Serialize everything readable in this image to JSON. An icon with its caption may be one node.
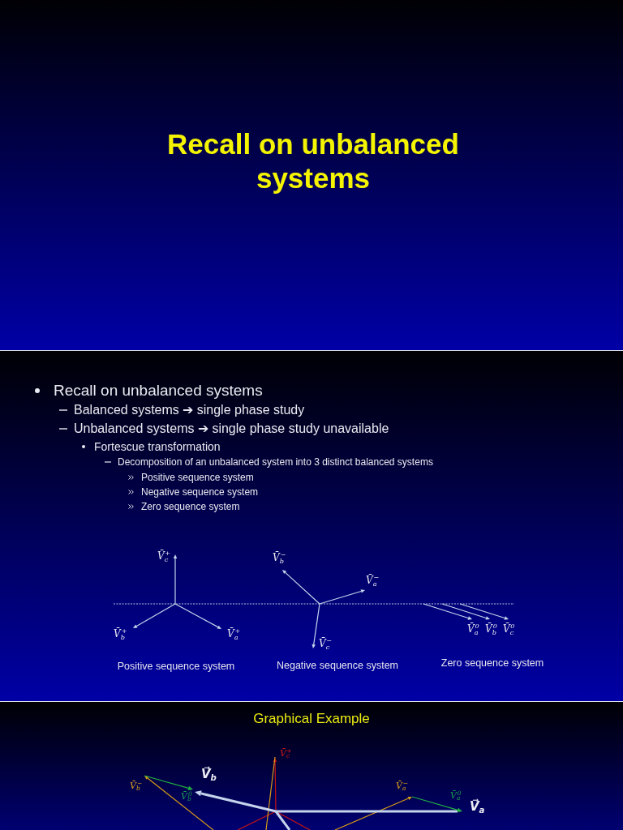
{
  "diagram": {
    "title": "Recall on unbalanced systems",
    "labels": [
      "Recall on unbalanced systems",
      "Balanced systems ➔ single phase study",
      "Unbalanced systems ➔ single phase study unavailable",
      "Fortescue transformation",
      "Decomposition of an unbalanced system into 3 distinct balanced systems",
      "Positive sequence system",
      "Negative sequence system",
      "Zero sequence system",
      "V̄$_{c}$$^{+}$",
      "V̄$_{b}$$^{−}$",
      "V̄$_{a}$$^{−}$",
      "V̄$_{b}$$^{+}$",
      "V̄$_{a}$$^{+}$",
      "V̄$_{c}$$^{−}$",
      "V̄$_{a}$$^{0}$",
      "V̄$_{b}$$^{0}$",
      "V̄$_{c}$$^{0}$",
      "Positive sequence system",
      "Negative sequence system",
      "Zero sequence system",
      "Graphical Example",
      "V̄$_{c}$$^{+}$",
      "V̄$_{b}$$^{−}$",
      "V⃗$_{b}$",
      "V̄$_{b}$$^{0}$",
      "V̄$_{a}$$^{−}$",
      "V̄$_{a}$$^{0}$",
      "V⃗$_{a}$"
    ]
  }
}
